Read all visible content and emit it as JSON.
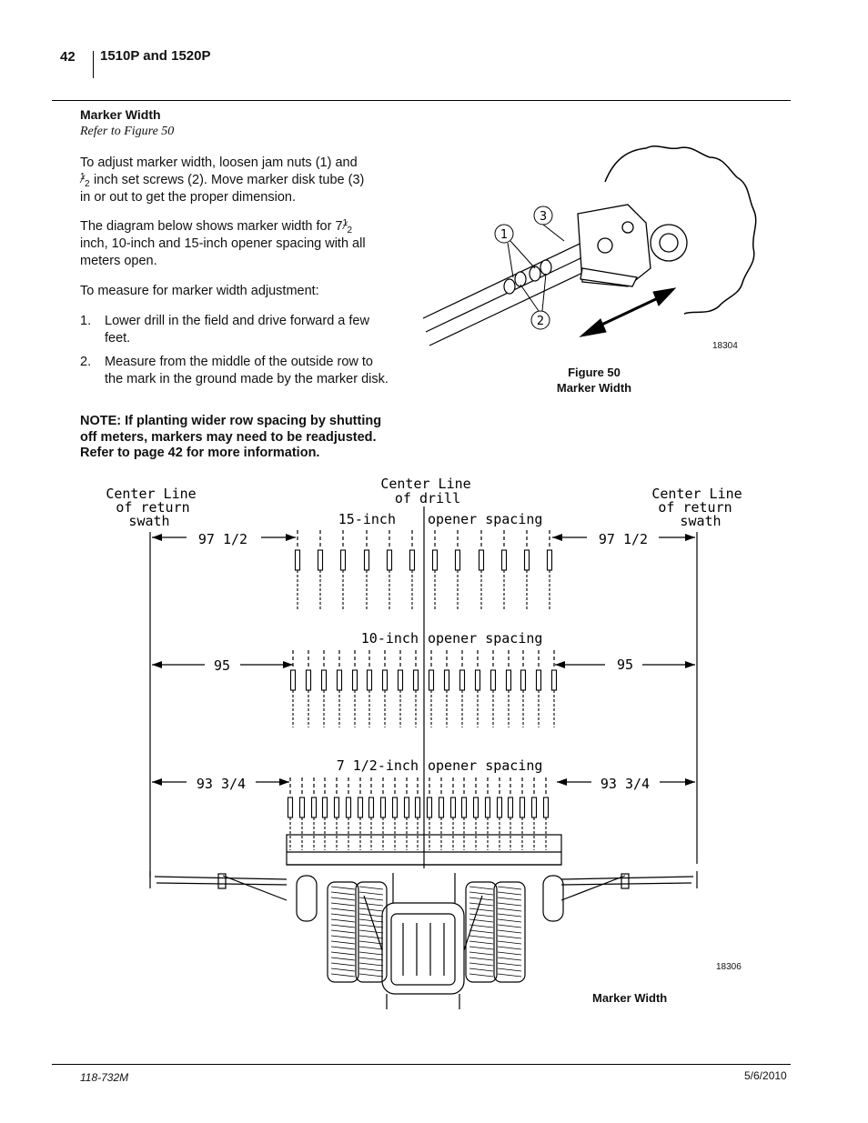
{
  "header": {
    "page_number": "42",
    "title": "1510P and 1520P"
  },
  "section": {
    "title": "Marker Width",
    "ref": "Refer to Figure 50",
    "p1a": "To adjust marker width, loosen jam nuts (1) and",
    "p1_frac_num": "1",
    "p1_frac_den": "2",
    "p1b": " inch set screws (2). Move marker disk tube (3)",
    "p1c": "in or out to get the proper dimension.",
    "p2a": "The diagram below shows marker width for 7",
    "p2_frac_num": "1",
    "p2_frac_den": "2",
    "p2b": "inch, 10-inch and 15-inch opener spacing with all",
    "p2c": "meters open.",
    "p3": "To measure for marker width adjustment:",
    "steps": [
      {
        "num": "1.",
        "text": "Lower drill in the field and drive forward a few feet."
      },
      {
        "num": "2.",
        "text": "Measure from the middle of the outside row to the mark in the ground made by the marker disk."
      }
    ],
    "note": "NOTE: If planting wider row spacing by shutting off meters, markers may need to be readjusted. Refer to page 42 for more information."
  },
  "figure50": {
    "callouts": [
      "1",
      "3",
      "2"
    ],
    "image_id": "18304",
    "caption_line1": "Figure 50",
    "caption_line2": "Marker Width"
  },
  "diagram": {
    "center_drill_line1": "Center Line",
    "center_drill_line2": "of drill",
    "left_label": [
      "Center Line",
      "of return",
      "swath"
    ],
    "right_label": [
      "Center Line",
      "of return",
      "swath"
    ],
    "rows": [
      {
        "spacing": "15-inch",
        "spacing_word": "opener spacing",
        "left_dim": "97 1/2",
        "right_dim": "97 1/2"
      },
      {
        "spacing": "10-inch",
        "spacing_word": "opener spacing",
        "left_dim": "95",
        "right_dim": "95"
      },
      {
        "spacing": "7 1/2-inch",
        "spacing_word": "opener spacing",
        "left_dim": "93 3/4",
        "right_dim": "93 3/4"
      }
    ],
    "image_id": "18306",
    "caption": "Marker Width"
  },
  "footer": {
    "doc_number": "118-732M",
    "date": "5/6/2010"
  }
}
